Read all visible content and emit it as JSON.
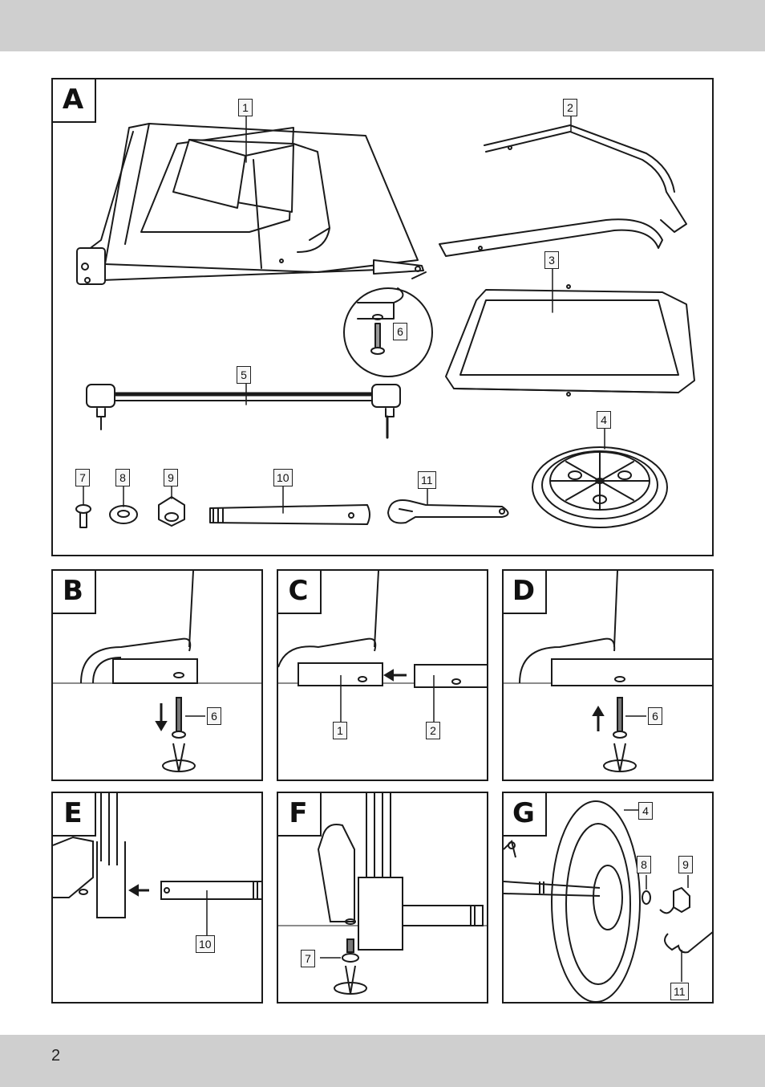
{
  "page_number": "2",
  "panels": {
    "A": {
      "letter": "A",
      "labels": {
        "l1": "1",
        "l2": "2",
        "l3": "3",
        "l4": "4",
        "l5": "5",
        "l6": "6",
        "l7": "7",
        "l8": "8",
        "l9": "9",
        "l10": "10",
        "l11": "11"
      }
    },
    "B": {
      "letter": "B",
      "labels": {
        "l6": "6"
      }
    },
    "C": {
      "letter": "C",
      "labels": {
        "l1": "1",
        "l2": "2"
      }
    },
    "D": {
      "letter": "D",
      "labels": {
        "l6": "6"
      }
    },
    "E": {
      "letter": "E",
      "labels": {
        "l10": "10"
      }
    },
    "F": {
      "letter": "F",
      "labels": {
        "l7": "7"
      }
    },
    "G": {
      "letter": "G",
      "labels": {
        "l4": "4",
        "l8": "8",
        "l9": "9",
        "l11": "11"
      }
    }
  },
  "colors": {
    "band": "#cfcfcf",
    "line": "#1a1a1a",
    "label_bg": "#f7f7f7"
  }
}
